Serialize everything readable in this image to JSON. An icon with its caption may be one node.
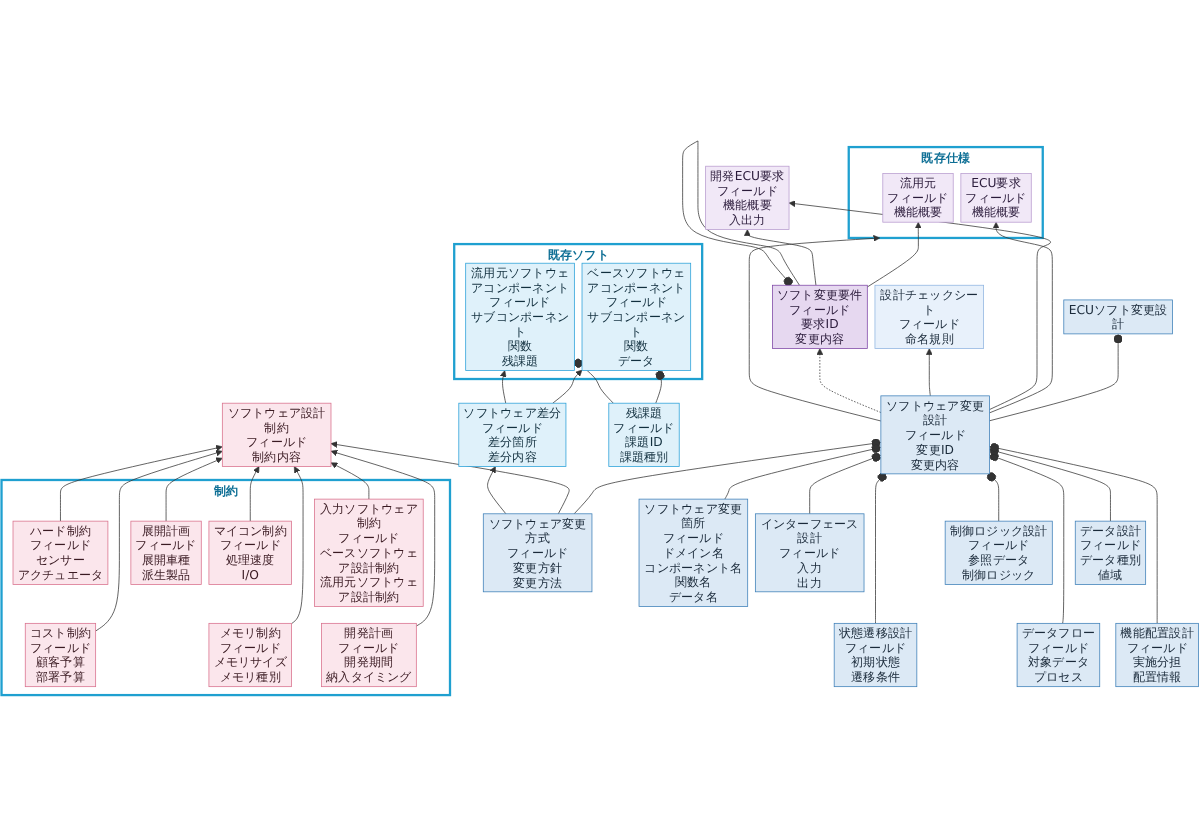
{
  "diagram": {
    "nodes": [
      {
        "text": [
          "ECUソフト変更設計"
        ]
      },
      {
        "text": [
          "既存仕様"
        ]
      },
      {
        "text": [
          "流用元",
          "フィールド",
          "機能概要"
        ],
        "in": 1
      },
      {
        "text": [
          "ECU要求",
          "フィールド",
          "機能概要"
        ],
        "in": 1
      },
      {
        "text": [
          "開発ECU要求",
          "フィールド",
          "機能概要",
          "入出力"
        ]
      },
      {
        "text": [
          "設計チェックシート",
          "フィールド",
          "命名規則"
        ]
      },
      {
        "text": [
          "ソフト変更要件",
          "フィールド",
          "要求ID",
          "変更内容"
        ]
      },
      {
        "text": [
          "ソフトウェア変更設計",
          "フィールド",
          "変更ID",
          "変更内容"
        ]
      },
      {
        "text": [
          "ソフトウェア変更方式",
          "フィールド",
          "変更方針",
          "変更方法"
        ]
      },
      {
        "text": [
          "ソフトウェア変更箇所",
          "フィールド",
          "ドメイン名",
          "コンポーネント名",
          "関数名",
          "データ名"
        ]
      },
      {
        "text": [
          "ソフトウェア設計制約",
          "フィールド",
          "制約内容"
        ]
      },
      {
        "text": [
          "制約"
        ]
      },
      {
        "text": [
          "コスト制約",
          "フィールド",
          "顧客予算",
          "部署予算"
        ],
        "in": 11
      },
      {
        "text": [
          "メモリ制約",
          "フィールド",
          "メモリサイズ",
          "メモリ種別"
        ],
        "in": 11
      },
      {
        "text": [
          "ハード制約",
          "フィールド",
          "センサー",
          "アクチュエータ"
        ],
        "in": 11
      },
      {
        "text": [
          "マイコン制約",
          "フィールド",
          "処理速度",
          "I/O"
        ],
        "in": 11
      },
      {
        "text": [
          "開発計画",
          "フィールド",
          "開発期間",
          "納入タイミング"
        ],
        "in": 11
      },
      {
        "text": [
          "展開計画",
          "フィールド",
          "展開車種",
          "派生製品"
        ],
        "in": 11
      },
      {
        "text": [
          "入力ソフトウェア制約",
          "フィールド",
          "ベースソフトウェア設計制約",
          "流用元ソフトウェア設計制約"
        ],
        "in": 11
      },
      {
        "text": [
          "ソフトウェア差分",
          "フィールド",
          "差分箇所",
          "差分内容"
        ]
      },
      {
        "text": [
          "インターフェース設計",
          "フィールド",
          "入力",
          "出力"
        ]
      },
      {
        "text": [
          "制御ロジック設計",
          "フィールド",
          "参照データ",
          "制御ロジック"
        ]
      },
      {
        "text": [
          "データ設計",
          "フィールド",
          "データ種別",
          "値域"
        ]
      },
      {
        "text": [
          "状態遷移設計",
          "フィールド",
          "初期状態",
          "遷移条件"
        ]
      },
      {
        "text": [
          "データフロー",
          "フィールド",
          "対象データ",
          "プロセス"
        ]
      },
      {
        "text": [
          "機能配置設計",
          "フィールド",
          "実施分担",
          "配置情報"
        ]
      },
      {
        "text": [
          "既存ソフト"
        ]
      },
      {
        "text": [
          "ベースソフトウェアコンポーネント",
          "フィールド",
          "サブコンポーネント",
          "関数",
          "データ"
        ],
        "in": 26
      },
      {
        "text": [
          "流用元ソフトウェアコンポーネント",
          "フィールド",
          "サブコンポーネント",
          "関数",
          "残課題"
        ],
        "in": 26
      },
      {
        "text": [
          "残課題",
          "フィールド",
          "課題ID",
          "課題種別"
        ]
      }
    ],
    "edges": [
      {
        "from": 7,
        "to": 0,
        "arrow": "other"
      },
      {
        "from": 7,
        "to": 3,
        "arrow": "to"
      },
      {
        "from": 7,
        "to": 1,
        "arrow": "to"
      },
      {
        "from": 7,
        "to": 4,
        "arrow": "to"
      },
      {
        "from": 7,
        "to": 5,
        "arrow": "to"
      },
      {
        "from": 6,
        "to": 2,
        "arrow": "to"
      },
      {
        "from": 6,
        "to": 4,
        "arrow": "to"
      },
      {
        "from": 7,
        "to": 6,
        "arrow": "to",
        "style": "dashed"
      },
      {
        "from": 6,
        "to": 6,
        "arrow": "other"
      },
      {
        "from": 8,
        "to": 7,
        "arrow": "other"
      },
      {
        "from": 9,
        "to": 7,
        "arrow": "other"
      },
      {
        "from": 20,
        "to": 7,
        "arrow": "other"
      },
      {
        "from": 23,
        "to": 7,
        "arrow": "other"
      },
      {
        "from": 21,
        "to": 7,
        "arrow": "other"
      },
      {
        "from": 24,
        "to": 7,
        "arrow": "other"
      },
      {
        "from": 22,
        "to": 7,
        "arrow": "other"
      },
      {
        "from": 25,
        "to": 7,
        "arrow": "other"
      },
      {
        "from": 8,
        "to": 10,
        "arrow": "to"
      },
      {
        "from": 8,
        "to": 19,
        "arrow": "to"
      },
      {
        "from": 12,
        "to": 10,
        "arrow": "to"
      },
      {
        "from": 13,
        "to": 10,
        "arrow": "to"
      },
      {
        "from": 14,
        "to": 10,
        "arrow": "to"
      },
      {
        "from": 15,
        "to": 10,
        "arrow": "to"
      },
      {
        "from": 16,
        "to": 10,
        "arrow": "to"
      },
      {
        "from": 17,
        "to": 10,
        "arrow": "to"
      },
      {
        "from": 18,
        "to": 10,
        "arrow": "to"
      },
      {
        "from": 19,
        "to": 27,
        "arrow": "to"
      },
      {
        "from": 19,
        "to": 28,
        "arrow": "to"
      },
      {
        "from": 29,
        "to": 27,
        "arrow": "other"
      },
      {
        "from": 29,
        "to": 28,
        "arrow": "other"
      }
    ]
  }
}
